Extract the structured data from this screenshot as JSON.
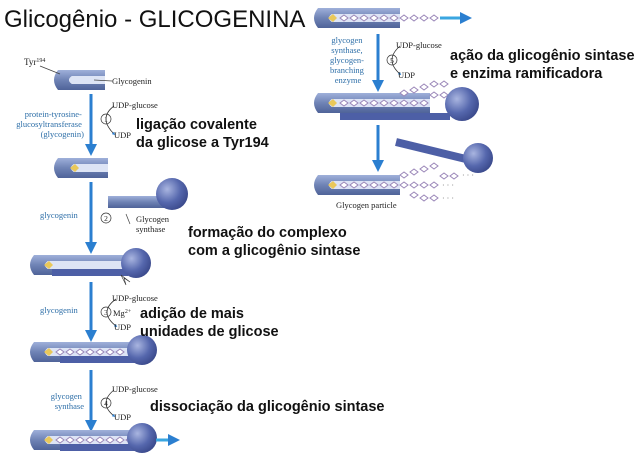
{
  "title": "Glicogênio - GLICOGENINA",
  "diagram": {
    "tyr_label": "Tyr",
    "tyr_number": "194",
    "glycogenin_label": "Glycogenin",
    "step1_enzyme": [
      "protein-tyrosine-",
      "glucosyltransferase",
      "(glycogenin)"
    ],
    "step2_enzyme": "glycogenin",
    "step3_enzyme": "glycogenin",
    "step4_enzyme": [
      "glycogen",
      "synthase"
    ],
    "step5_enzyme": [
      "glycogen",
      "synthase,",
      "glycogen-",
      "branching",
      "enzyme"
    ],
    "udp_glucose": "UDP-glucose",
    "udp": "UDP",
    "mg": "Mg",
    "mg_charge": "2+",
    "glycogen_synthase_label": [
      "Glycogen",
      "synthase"
    ],
    "glycogen_particle": "Glycogen particle",
    "steps": [
      "1",
      "2",
      "3",
      "4",
      "5"
    ]
  },
  "notes": {
    "step1": [
      "ligação covalente",
      "da glicose a Tyr194"
    ],
    "step2": [
      "formação do complexo",
      "com a glicogênio sintase"
    ],
    "step3": [
      "adição de mais",
      "unidades de glicose"
    ],
    "step4": [
      "dissociação da glicogênio sintase"
    ],
    "step5": [
      "ação da glicogênio sintase",
      "e enzima ramificadora"
    ]
  },
  "colors": {
    "arrow": "#2b7fd0",
    "protein_body": "#6f83b5",
    "protein_light": "#c9d3ee",
    "synthase": "#4d5fa6",
    "glucose": "#9a86b8",
    "chain_end": "#3aa6e0",
    "enzyme_text": "#2e6fa8"
  }
}
